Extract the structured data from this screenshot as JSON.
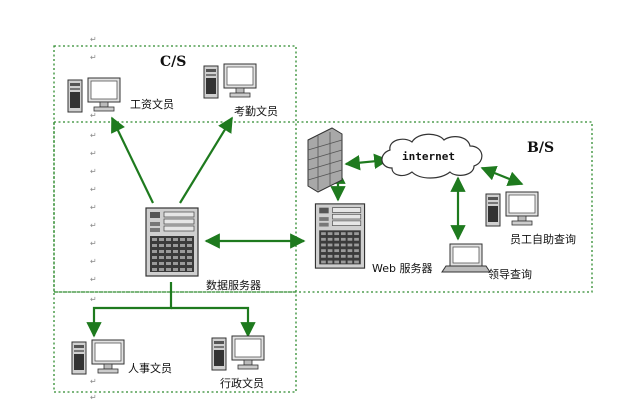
{
  "sections": {
    "cs_label": "C/S",
    "bs_label": "B/S"
  },
  "nodes": {
    "payroll_clerk": "工资文员",
    "attendance_clerk": "考勤文员",
    "data_server": "数据服务器",
    "web_server": "Web 服务器",
    "internet": "internet",
    "employee_self_query": "员工自助查询",
    "leader_query": "领导查询",
    "hr_clerk": "人事文员",
    "admin_clerk": "行政文员"
  },
  "margin_mark": "↵",
  "colors": {
    "border_green": "#2e8b2e",
    "arrow_green": "#1e7a1e",
    "server_gray": "#c8c8c8",
    "monitor_gray": "#d8d8d8",
    "firewall_gray": "#9a9a9a",
    "cloud_fill": "#ffffff"
  }
}
